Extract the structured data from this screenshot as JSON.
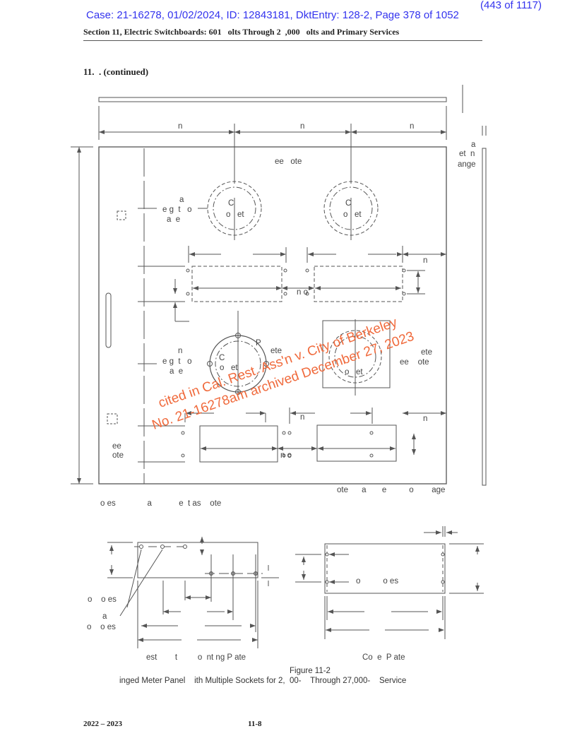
{
  "stamp": {
    "page_count": "(443 of 1117)",
    "case_line": "Case: 21-16278, 01/02/2024, ID: 12843181, DktEntry: 128-2, Page 378 of 1052"
  },
  "header": {
    "section_title": "Section 11, Electric Switchboards: 601   olts Through 2  ,000   olts and Primary Services"
  },
  "subheading": "11.  . (continued)",
  "drawing": {
    "dim_n": "n",
    "see_note": "ee   ote",
    "side_label_a": "a",
    "side_label_et_n": "et  n",
    "side_label_ange": "ange",
    "socket_c": "C",
    "socket_o_et": "o   et",
    "left_label_a": "a",
    "left_label_egto": "e g  t   o",
    "left_label_ae": "a  e",
    "dim_no": "n o",
    "mid_label_n": "n",
    "meter_p": "P",
    "meter_ete": "ete",
    "right_ete": "ete",
    "right_see_note": "ee    ote",
    "bottom_see_note_1": "ee",
    "bottom_see_note_2": "ote",
    "note_bottom_right": "ote      a       e          o        age",
    "note_bottom_left": "o es              a            e  t as    ote"
  },
  "watermark": {
    "line1": "cited in Cal. Rest. Ass'n v. City of Berkeley",
    "line2": "No. 21-16278am archived December 27, 2023",
    "color": "#f06a3c"
  },
  "lower": {
    "holes_1": "o    o es",
    "holes_a": "a",
    "holes_2": "o    o es",
    "right_holes": "o          o es",
    "left_caption": "est        t         o  nt ng P ate",
    "right_caption": "Co  e  P ate"
  },
  "figure": {
    "number": "Figure 11-2",
    "caption": "inged Meter Panel    ith Multiple Sockets for 2,  00-    Through 27,000-    Service"
  },
  "footer": {
    "years": "2022 – 2023",
    "page": "11-8"
  }
}
